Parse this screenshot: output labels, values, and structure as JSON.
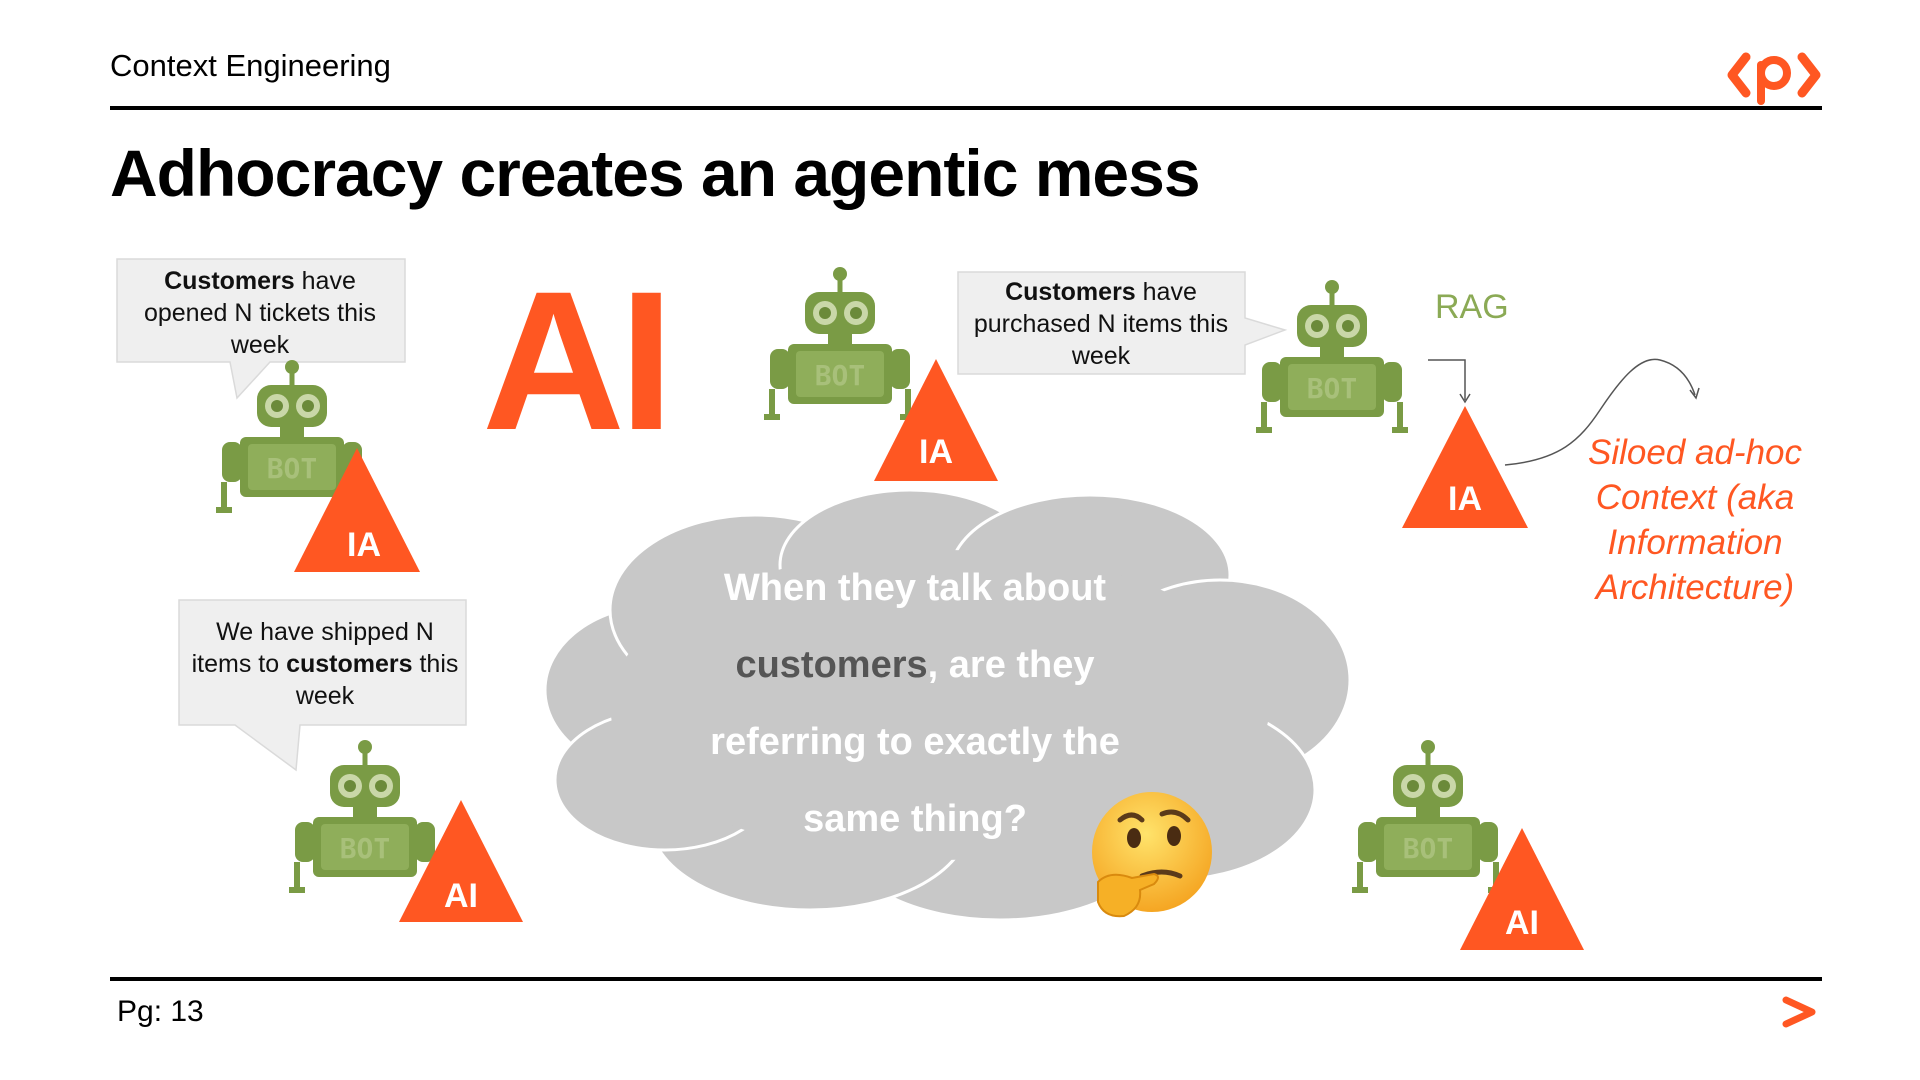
{
  "header": {
    "title": "Context Engineering"
  },
  "slide": {
    "title": "Adhocracy creates an agentic mess"
  },
  "big_label": "AI",
  "callouts": [
    {
      "bold": "Customers",
      "rest": " have opened N tickets this week"
    },
    {
      "bold": "Customers",
      "rest": " have purchased N items this week"
    },
    {
      "prefix": "We have shipped N items to ",
      "bold": "customers",
      "suffix": " this week"
    }
  ],
  "bots": [
    {
      "bot_text": "BOT",
      "triangle_label": "IA"
    },
    {
      "bot_text": "BOT",
      "triangle_label": "IA"
    },
    {
      "bot_text": "BOT",
      "triangle_label": "IA"
    },
    {
      "bot_text": "BOT",
      "triangle_label": "AI"
    },
    {
      "bot_text": "BOT",
      "triangle_label": "AI"
    }
  ],
  "rag_label": "RAG",
  "siloed_note": "Siloed ad-hoc Context (aka Information Architecture)",
  "cloud": {
    "line1": "When they talk about",
    "highlight": "customers",
    "line2_rest": ", are they",
    "line3": "referring to exactly the",
    "line4": "same thing?",
    "emoji": "thinking-face-emoji"
  },
  "footer": {
    "page": "Pg: 13"
  },
  "colors": {
    "accent": "#FF5722",
    "bot_green": "#7A9B45",
    "cloud_gray": "#C8C8C8",
    "rag_green": "#8BAA55"
  }
}
